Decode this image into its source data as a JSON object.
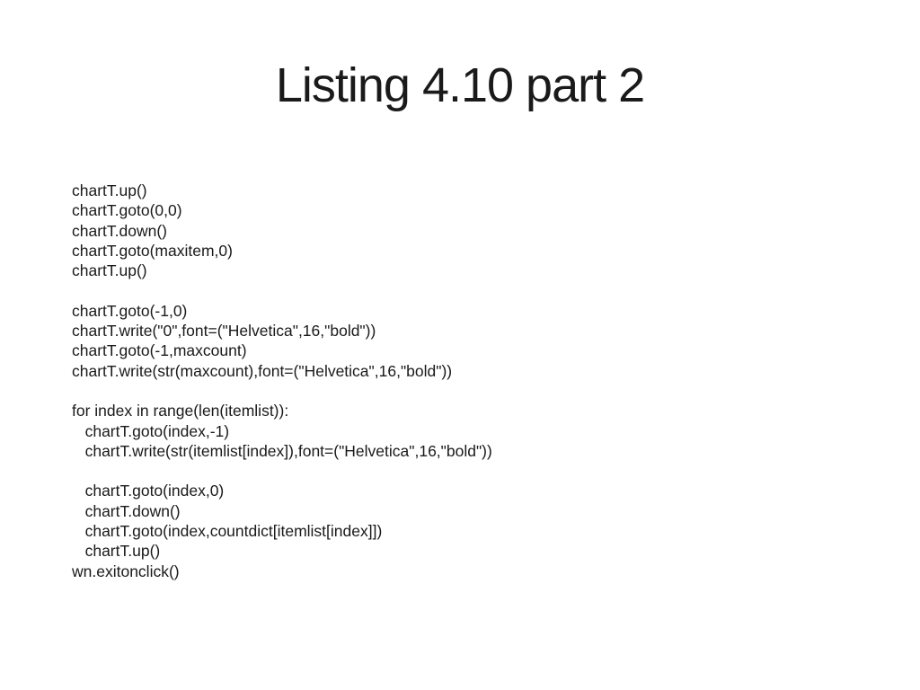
{
  "slide": {
    "title": "Listing 4.10 part 2"
  },
  "colors": {
    "background": "#ffffff",
    "text": "#1a1a1a"
  },
  "code": {
    "language": "python",
    "lines": [
      "chartT.up()",
      "chartT.goto(0,0)",
      "chartT.down()",
      "chartT.goto(maxitem,0)",
      "chartT.up()",
      "",
      "chartT.goto(-1,0)",
      "chartT.write(\"0\",font=(\"Helvetica\",16,\"bold\"))",
      "chartT.goto(-1,maxcount)",
      "chartT.write(str(maxcount),font=(\"Helvetica\",16,\"bold\"))",
      "",
      "for index in range(len(itemlist)):",
      "   chartT.goto(index,-1)",
      "   chartT.write(str(itemlist[index]),font=(\"Helvetica\",16,\"bold\"))",
      "",
      "   chartT.goto(index,0)",
      "   chartT.down()",
      "   chartT.goto(index,countdict[itemlist[index]])",
      "   chartT.up()",
      "wn.exitonclick()"
    ]
  }
}
